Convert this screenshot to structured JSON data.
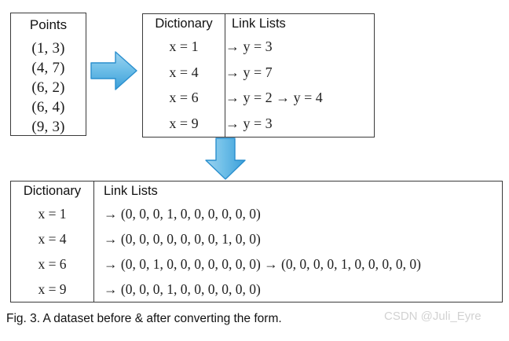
{
  "figure": {
    "caption": "Fig. 3. A dataset before & after converting the form.",
    "watermark": "CSDN @Juli_Eyre"
  },
  "points_box": {
    "title": "Points",
    "points": [
      "(1, 3)",
      "(4, 7)",
      "(6, 2)",
      "(6, 4)",
      "(9, 3)"
    ]
  },
  "arrows": {
    "right": "right-block-arrow",
    "down": "down-block-arrow",
    "color": "#5aaee0"
  },
  "table_before": {
    "headers": [
      "Dictionary",
      "Link Lists"
    ],
    "rows": [
      {
        "key": "x = 1",
        "list": "→ y = 3"
      },
      {
        "key": "x = 4",
        "list": "→ y = 7"
      },
      {
        "key": "x = 6",
        "list": "→ y = 2 → y = 4"
      },
      {
        "key": "x = 9",
        "list": "→ y = 3"
      }
    ]
  },
  "table_after": {
    "headers": [
      "Dictionary",
      "Link Lists"
    ],
    "rows": [
      {
        "key": "x = 1",
        "list": "→ (0, 0, 0, 1, 0, 0, 0, 0, 0, 0)"
      },
      {
        "key": "x = 4",
        "list": "→ (0, 0, 0, 0, 0, 0, 0, 1, 0, 0)"
      },
      {
        "key": "x = 6",
        "list": "→ (0, 0, 1, 0, 0, 0, 0, 0, 0, 0) → (0, 0, 0, 0, 1, 0, 0, 0, 0, 0)"
      },
      {
        "key": "x = 9",
        "list": "→ (0, 0, 0, 1, 0, 0, 0, 0, 0, 0)"
      }
    ]
  }
}
